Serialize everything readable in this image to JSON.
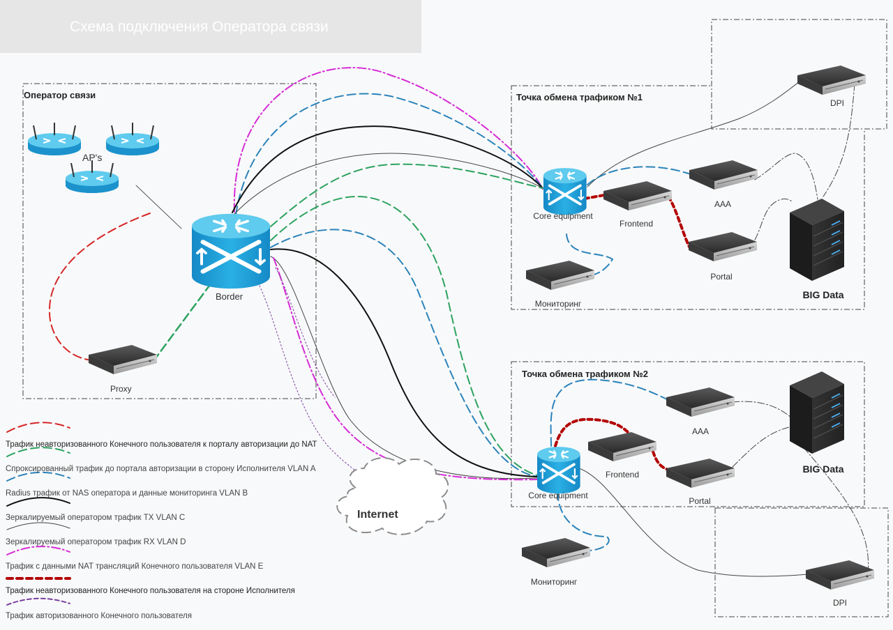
{
  "header": {
    "title": "Схема подключения Оператора связи"
  },
  "zones": {
    "operator": "Оператор связи",
    "exchange1": "Точка обмена трафиком №1",
    "exchange2": "Точка обмена трафиком №2"
  },
  "nodes": {
    "aps": "AP's",
    "border": "Border",
    "proxy": "Proxy",
    "internet": "Internet",
    "core1": "Core equipment",
    "core2": "Core equipment",
    "dpi1": "DPI",
    "dpi2": "DPI",
    "aaa1": "AAA",
    "aaa2": "AAA",
    "frontend1": "Frontend",
    "frontend2": "Frontend",
    "portal1": "Portal",
    "portal2": "Portal",
    "monitoring1": "Мониторинг",
    "monitoring2": "Мониторинг",
    "bigdata1": "BIG Data",
    "bigdata2": "BIG Data"
  },
  "legend": [
    {
      "label": "Трафик неавторизованного Конечного пользователя к порталу авторизации до NAT",
      "color": "#d62728",
      "style": "dashed-red"
    },
    {
      "label": "Спроксированный трафик до портала авторизации в сторону Исполнителя VLAN A",
      "color": "#2ca25f",
      "style": "dashed-green"
    },
    {
      "label": "Radius трафик от NAS оператора и данные мониторинга VLAN B",
      "color": "#2b83ba",
      "style": "dashed-blue"
    },
    {
      "label": "Зеркалируемый оператором трафик TX VLAN C",
      "color": "#111111",
      "style": "solid-black-thick"
    },
    {
      "label": "Зеркалируемый оператором трафик RX VLAN D",
      "color": "#333333",
      "style": "solid-black-thin"
    },
    {
      "label": "Трафик с данными NAT трансляций Конечного пользователя VLAN E",
      "color": "#d62ad6",
      "style": "dashdot-magenta"
    },
    {
      "label": "Трафик неавторизованного Конечного пользователя на стороне Исполнителя",
      "color": "#b30000",
      "style": "thick-dashed-darkred"
    },
    {
      "label": "Трафик авторизованного Конечного пользователя",
      "color": "#7b3fa0",
      "style": "dotted-purple"
    }
  ],
  "colors": {
    "router_top": "#55c7ea",
    "router_body": "#1a9ad4",
    "server_body": "#2b2b2b",
    "title_bg": "#e6e6e6"
  }
}
